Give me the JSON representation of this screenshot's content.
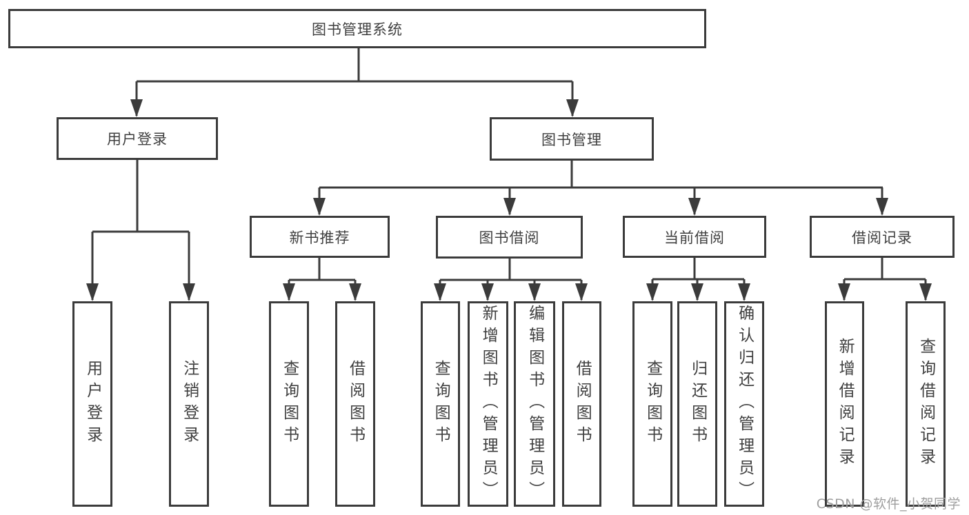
{
  "colors": {
    "line": "#3b3b3b",
    "text": "#3f3f3f",
    "background": "#ffffff",
    "watermark": "#9e9e9e"
  },
  "watermark": "CSDN @软件_小贺同学",
  "diagram": {
    "root": {
      "label": "图书管理系统"
    },
    "branches": [
      {
        "label": "用户登录",
        "children": [
          {
            "label": "用户登录"
          },
          {
            "label": "注销登录"
          }
        ]
      },
      {
        "label": "图书管理",
        "children": [
          {
            "label": "新书推荐",
            "children": [
              {
                "label": "查询图书"
              },
              {
                "label": "借阅图书"
              }
            ]
          },
          {
            "label": "图书借阅",
            "children": [
              {
                "label": "查询图书"
              },
              {
                "label": "新增图书（管理员）"
              },
              {
                "label": "编辑图书（管理员）"
              },
              {
                "label": "借阅图书"
              }
            ]
          },
          {
            "label": "当前借阅",
            "children": [
              {
                "label": "查询图书"
              },
              {
                "label": "归还图书"
              },
              {
                "label": "确认归还（管理员）"
              }
            ]
          },
          {
            "label": "借阅记录",
            "children": [
              {
                "label": "新增借阅记录"
              },
              {
                "label": "查询借阅记录"
              }
            ]
          }
        ]
      }
    ]
  }
}
